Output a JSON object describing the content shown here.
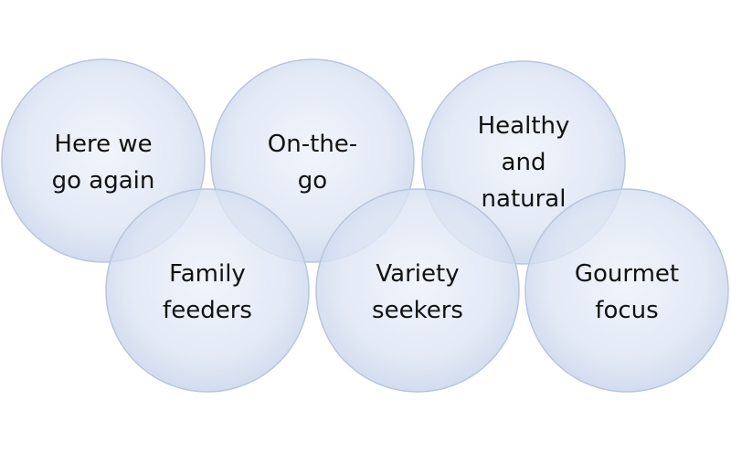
{
  "diagram": {
    "circles": [
      {
        "id": "here-we-go-again",
        "lines": [
          "Here we",
          "go again"
        ]
      },
      {
        "id": "on-the-go",
        "lines": [
          "On-the-",
          "go"
        ]
      },
      {
        "id": "healthy-and-natural",
        "lines": [
          "Healthy",
          "and",
          "natural"
        ]
      },
      {
        "id": "family-feeders",
        "lines": [
          "Family",
          "feeders"
        ]
      },
      {
        "id": "variety-seekers",
        "lines": [
          "Variety",
          "seekers"
        ]
      },
      {
        "id": "gourmet-focus",
        "lines": [
          "Gourmet",
          "focus"
        ]
      }
    ],
    "colors": {
      "fill_center": "#eef2fa",
      "fill_edge": "#c9d5ec",
      "stroke": "#b8c6dc",
      "text": "#111111"
    }
  }
}
